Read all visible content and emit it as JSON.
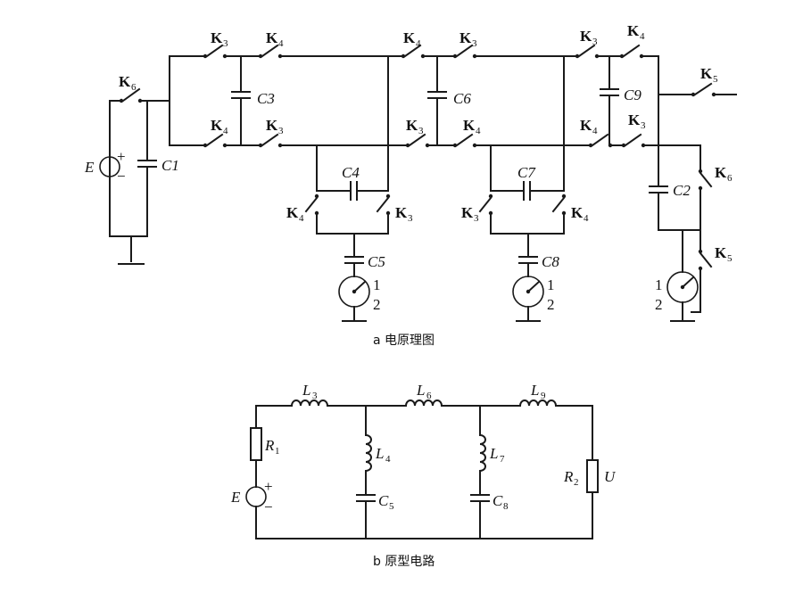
{
  "captions": {
    "a": "a   电原理图",
    "b": "b   原型电路"
  },
  "diagram_a": {
    "source": {
      "symbol": "E",
      "plus": "+",
      "minus": "−"
    },
    "switches": [
      "K",
      "K",
      "K",
      "K",
      "K",
      "K"
    ],
    "switch_subs": [
      "3",
      "4",
      "5",
      "6"
    ],
    "capacitors": [
      "C1",
      "C2",
      "C3",
      "C4",
      "C5",
      "C6",
      "C7",
      "C8",
      "C9"
    ],
    "port_labels": [
      "1",
      "2"
    ]
  },
  "diagram_b": {
    "source": {
      "symbol": "E",
      "plus": "+",
      "minus": "−"
    },
    "resistors": [
      {
        "letter": "R",
        "sub": "1"
      },
      {
        "letter": "R",
        "sub": "2"
      }
    ],
    "inductors": [
      {
        "letter": "L",
        "sub": "3"
      },
      {
        "letter": "L",
        "sub": "4"
      },
      {
        "letter": "L",
        "sub": "6"
      },
      {
        "letter": "L",
        "sub": "7"
      },
      {
        "letter": "L",
        "sub": "9"
      }
    ],
    "capacitors": [
      {
        "letter": "C",
        "sub": "5"
      },
      {
        "letter": "C",
        "sub": "8"
      }
    ],
    "output": "U"
  }
}
